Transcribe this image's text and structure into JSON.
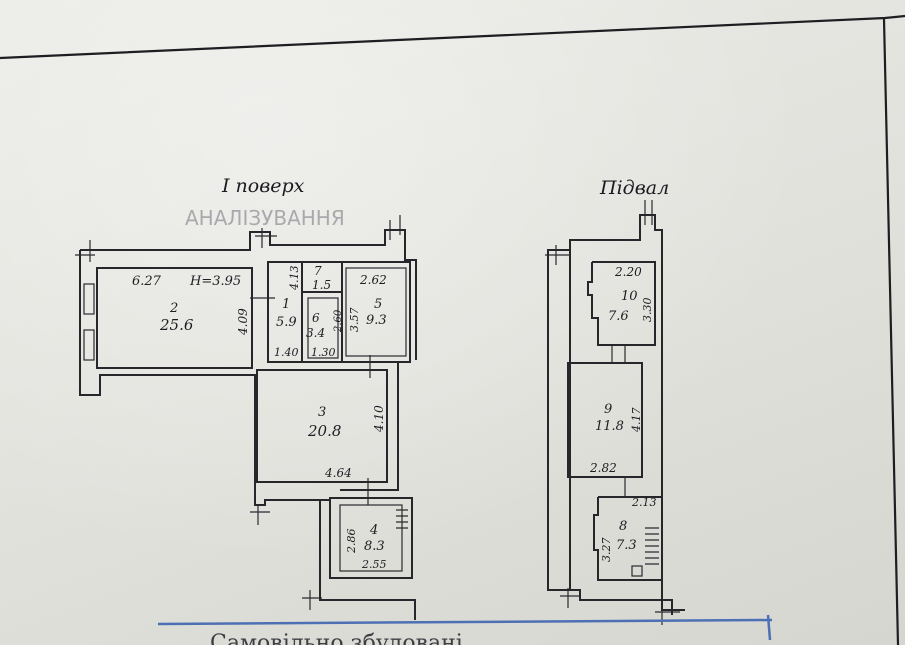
{
  "titles": {
    "floor1": "I поверх",
    "basement": "Підвал"
  },
  "floor1": {
    "room2": {
      "number": "2",
      "area": "25.6",
      "dim_top": "6.27",
      "height": "H=3.95",
      "dim_side": "4.09"
    },
    "room1": {
      "number": "1",
      "area": "5.9",
      "dim_side": "4.13",
      "dim_bottom": "1.40"
    },
    "room7": {
      "number": "7",
      "area": "1.5"
    },
    "room6": {
      "number": "6",
      "area": "3.4",
      "dim_side": "2.60",
      "dim_bottom": "1.30"
    },
    "room5": {
      "number": "5",
      "area": "9.3",
      "dim_top": "2.62",
      "dim_side": "3.57"
    },
    "room3": {
      "number": "3",
      "area": "20.8",
      "dim_side": "4.10",
      "dim_bottom": "4.64"
    },
    "room4": {
      "number": "4",
      "area": "8.3",
      "dim_side": "2.86",
      "dim_bottom": "2.55"
    }
  },
  "basement": {
    "room10": {
      "number": "10",
      "area": "7.6",
      "dim_top": "2.20",
      "dim_side": "3.30"
    },
    "room9": {
      "number": "9",
      "area": "11.8",
      "dim_side": "4.17",
      "dim_bottom": "2.82"
    },
    "room8": {
      "number": "8",
      "area": "7.3",
      "dim_top": "2.13",
      "dim_side": "3.27"
    }
  },
  "footer": {
    "text": "Самовільно збудовані"
  },
  "colors": {
    "ink": "#26262b",
    "paper": "#e4e4df",
    "blue_line": "#4d70b4"
  }
}
